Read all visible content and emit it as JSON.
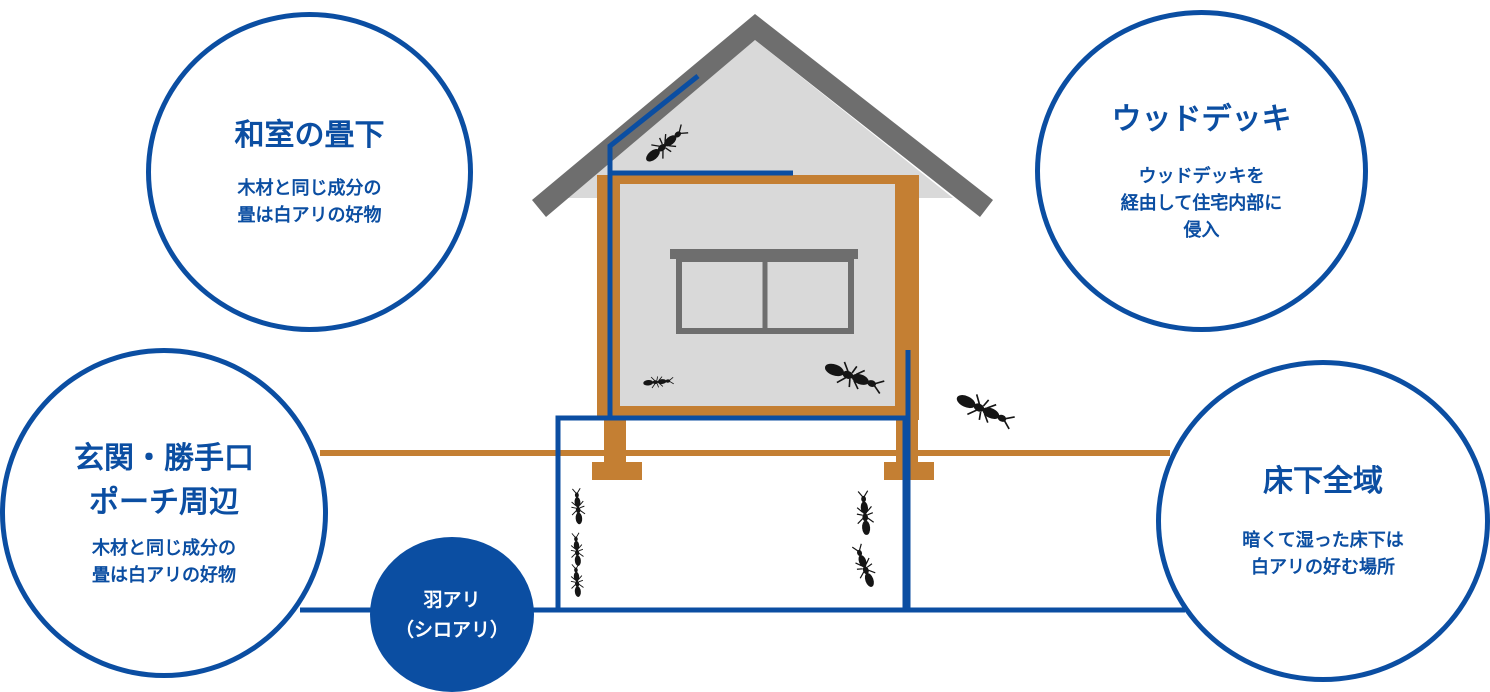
{
  "colors": {
    "accent_blue": "#0b4ea2",
    "roof_gray": "#6e6e6e",
    "wall_gray": "#d9d9d9",
    "wood_brown": "#c47f33"
  },
  "icons": [
    "termite-icon"
  ],
  "bubbles": {
    "washitsu": {
      "title": "和室の畳下",
      "desc_line1": "木材と同じ成分の",
      "desc_line2": "畳は白アリの好物"
    },
    "deck": {
      "title": "ウッドデッキ",
      "desc_line1": "ウッドデッキを",
      "desc_line2": "経由して住宅内部に",
      "desc_line3": "侵入"
    },
    "genkan": {
      "title_line1": "玄関・勝手口",
      "title_line2": "ポーチ周辺",
      "desc_line1": "木材と同じ成分の",
      "desc_line2": "畳は白アリの好物"
    },
    "yuka": {
      "title": "床下全域",
      "desc_line1": "暗くて湿った床下は",
      "desc_line2": "白アリの好む場所"
    },
    "habari": {
      "label_line1": "羽アリ",
      "label_line2": "（シロアリ）"
    }
  }
}
